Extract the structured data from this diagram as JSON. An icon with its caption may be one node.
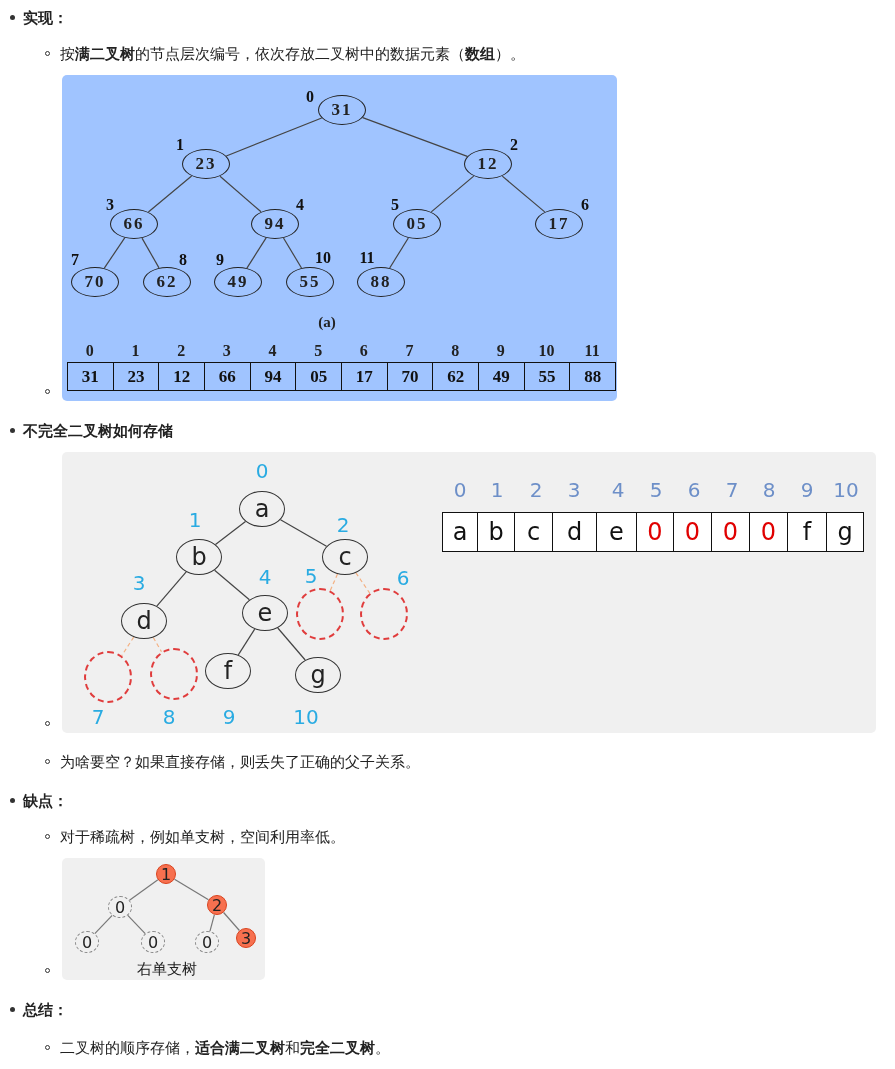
{
  "diagram": {
    "nodes": [
      {
        "text": [
          "31"
        ],
        "beside": [
          "0"
        ]
      },
      {
        "text": [
          "23"
        ],
        "beside": [
          "1"
        ]
      },
      {
        "text": [
          "12"
        ],
        "beside": [
          "2"
        ]
      },
      {
        "text": [
          "66"
        ],
        "beside": [
          "3"
        ]
      },
      {
        "text": [
          "94"
        ],
        "beside": [
          "4"
        ]
      },
      {
        "text": [
          "05"
        ],
        "beside": [
          "5"
        ]
      },
      {
        "text": [
          "17"
        ],
        "beside": [
          "6"
        ]
      },
      {
        "text": [
          "70"
        ],
        "beside": [
          "7"
        ]
      },
      {
        "text": [
          "62"
        ],
        "beside": [
          "8"
        ]
      },
      {
        "text": [
          "49"
        ],
        "beside": [
          "9"
        ]
      },
      {
        "text": [
          "55"
        ],
        "beside": [
          "10"
        ]
      },
      {
        "text": [
          "88"
        ],
        "beside": [
          "11"
        ]
      },
      {
        "text": [
          "a"
        ],
        "beside": [
          "0"
        ]
      },
      {
        "text": [
          "b"
        ],
        "beside": [
          "1"
        ]
      },
      {
        "text": [
          "c"
        ],
        "beside": [
          "2"
        ]
      },
      {
        "text": [
          "d"
        ],
        "beside": [
          "3"
        ]
      },
      {
        "text": [
          "e"
        ],
        "beside": [
          "4"
        ]
      },
      {
        "text": [],
        "shape": "circle",
        "beside": [
          "5"
        ]
      },
      {
        "text": [],
        "shape": "circle",
        "beside": [
          "6"
        ]
      },
      {
        "text": [],
        "shape": "circle",
        "beside": [
          "7"
        ]
      },
      {
        "text": [],
        "shape": "circle",
        "beside": [
          "8"
        ]
      },
      {
        "text": [
          "f"
        ],
        "beside": [
          "9"
        ]
      },
      {
        "text": [
          "g"
        ],
        "beside": [
          "10"
        ]
      },
      {
        "text": [
          "1"
        ]
      },
      {
        "text": [
          "0"
        ]
      },
      {
        "text": [
          "2"
        ]
      },
      {
        "text": [
          "0"
        ]
      },
      {
        "text": [
          "0"
        ]
      },
      {
        "text": [
          "0"
        ]
      },
      {
        "text": [
          "3"
        ]
      }
    ],
    "edges": [
      {
        "from": 0,
        "to": 1,
        "arrow": "none"
      },
      {
        "from": 0,
        "to": 2,
        "arrow": "none"
      },
      {
        "from": 1,
        "to": 3,
        "arrow": "none"
      },
      {
        "from": 1,
        "to": 4,
        "arrow": "none"
      },
      {
        "from": 2,
        "to": 5,
        "arrow": "none"
      },
      {
        "from": 2,
        "to": 6,
        "arrow": "none"
      },
      {
        "from": 3,
        "to": 7,
        "arrow": "none"
      },
      {
        "from": 3,
        "to": 8,
        "arrow": "none"
      },
      {
        "from": 4,
        "to": 9,
        "arrow": "none"
      },
      {
        "from": 4,
        "to": 10,
        "arrow": "none"
      },
      {
        "from": 5,
        "to": 11,
        "arrow": "none"
      },
      {
        "from": 12,
        "to": 13,
        "arrow": "none"
      },
      {
        "from": 12,
        "to": 14,
        "arrow": "none"
      },
      {
        "from": 13,
        "to": 15,
        "arrow": "none"
      },
      {
        "from": 13,
        "to": 16,
        "arrow": "none"
      },
      {
        "from": 14,
        "to": 17,
        "arrow": "none",
        "style": "dashed",
        "color": "#f4b183"
      },
      {
        "from": 14,
        "to": 18,
        "arrow": "none",
        "style": "dashed",
        "color": "#f4b183"
      },
      {
        "from": 15,
        "to": 19,
        "arrow": "none",
        "style": "dashed",
        "color": "#f4b183"
      },
      {
        "from": 15,
        "to": 20,
        "arrow": "none",
        "style": "dashed",
        "color": "#f4b183"
      },
      {
        "from": 16,
        "to": 21,
        "arrow": "none"
      },
      {
        "from": 16,
        "to": 22,
        "arrow": "none"
      },
      {
        "from": 23,
        "to": 24,
        "arrow": "none"
      },
      {
        "from": 23,
        "to": 25,
        "arrow": "none"
      },
      {
        "from": 24,
        "to": 26,
        "arrow": "none"
      },
      {
        "from": 24,
        "to": 27,
        "arrow": "none"
      },
      {
        "from": 25,
        "to": 28,
        "arrow": "none"
      },
      {
        "from": 25,
        "to": 29,
        "arrow": "none"
      }
    ],
    "labels": [
      "实现：",
      "按**满二叉树**的节点层次编号，依次存放二叉树中的数据元素（**数组**）。",
      "(a)",
      "0",
      "1",
      "2",
      "3",
      "4",
      "5",
      "6",
      "7",
      "8",
      "9",
      "10",
      "11",
      "31",
      "23",
      "12",
      "66",
      "94",
      "05",
      "17",
      "70",
      "62",
      "49",
      "55",
      "88",
      "不完全二叉树如何存储",
      "0",
      "1",
      "2",
      "3",
      "4",
      "5",
      "6",
      "7",
      "8",
      "9",
      "10",
      "a",
      "b",
      "c",
      "d",
      "e",
      "0",
      "0",
      "0",
      "0",
      "f",
      "g",
      "为啥要空？如果直接存储，则丢失了正确的父子关系。",
      "缺点：",
      "对于稀疏树，例如单支树，空间利用率低。",
      "右单支树",
      "总结：",
      "二叉树的顺序存储，**适合满二叉树**和**完全二叉树**。"
    ]
  }
}
